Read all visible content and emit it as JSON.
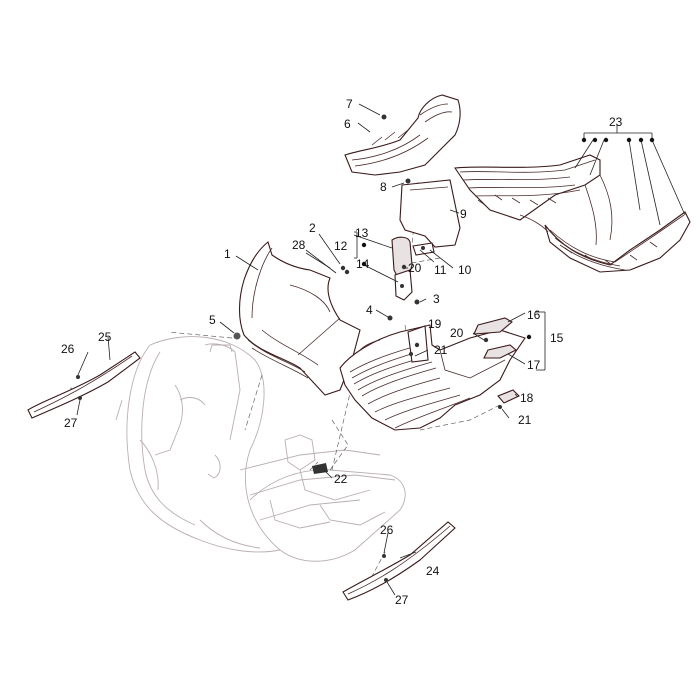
{
  "callouts": {
    "c1": "1",
    "c2": "2",
    "c3": "3",
    "c4": "4",
    "c5": "5",
    "c6": "6",
    "c7": "7",
    "c8": "8",
    "c9": "9",
    "c10": "10",
    "c11": "11",
    "c12": "12",
    "c13": "13",
    "c14": "14",
    "c15": "15",
    "c16": "16",
    "c17": "17",
    "c18": "18",
    "c19": "19",
    "c20a": "20",
    "c20b": "20",
    "c21a": "21",
    "c21b": "21",
    "c22": "22",
    "c23": "23",
    "c24": "24",
    "c25": "25",
    "c26a": "26",
    "c26b": "26",
    "c27a": "27",
    "c27b": "27",
    "c28": "28"
  }
}
